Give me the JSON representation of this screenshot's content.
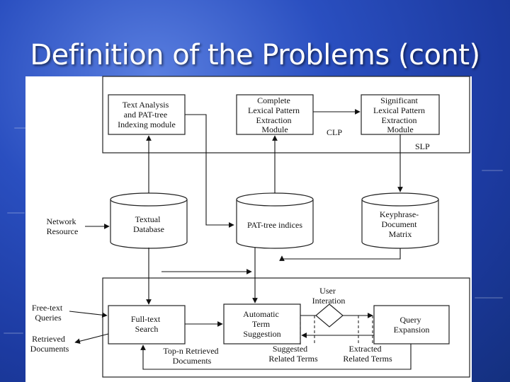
{
  "slide": {
    "title": "Definition of the Problems (cont)"
  },
  "diagram": {
    "groups": {
      "clp": "CLP",
      "slp": "SLP"
    },
    "modules": {
      "text_analysis": [
        "Text Analysis",
        "and PAT-tree",
        "Indexing module"
      ],
      "complete_lexical": [
        "Complete",
        "Lexical Pattern",
        "Extraction",
        "Module"
      ],
      "significant_lexical": [
        "Significant",
        "Lexical Pattern",
        "Extraction",
        "Module"
      ],
      "full_text_search": [
        "Full-text",
        "Search"
      ],
      "automatic_term": [
        "Automatic",
        "Term",
        "Suggestion"
      ],
      "query_expansion": [
        "Query",
        "Expansion"
      ]
    },
    "stores": {
      "textual_database": [
        "Textual",
        "Database"
      ],
      "pat_tree_indices": [
        "PAT-tree indices"
      ],
      "keyphrase_matrix": [
        "Keyphrase-",
        "Document",
        "Matrix"
      ]
    },
    "external": {
      "network_resource": [
        "Network",
        "Resource"
      ],
      "free_text_queries": [
        "Free-text",
        "Queries"
      ],
      "retrieved_documents": [
        "Retrieved",
        "Documents"
      ],
      "user_interaction": [
        "User",
        "Interation"
      ],
      "top_n_retrieved": [
        "Top-n Retrieved",
        "Documents"
      ],
      "suggested_terms": [
        "Suggested",
        "Related Terms"
      ],
      "extracted_terms": [
        "Extracted",
        "Related Terms"
      ]
    }
  }
}
